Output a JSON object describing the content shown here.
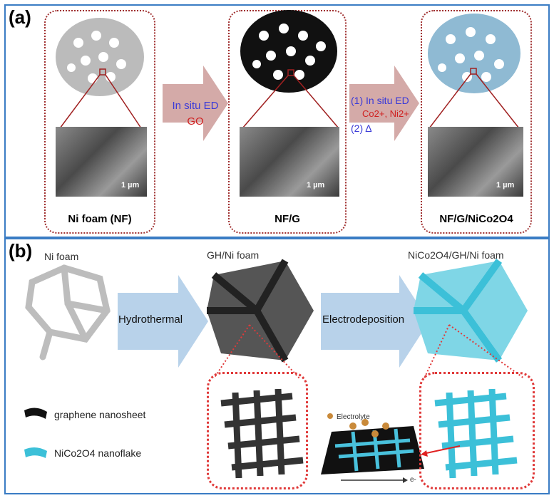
{
  "panel_a": {
    "label": "(a)",
    "stages": [
      {
        "caption": "Ni foam (NF)",
        "scale": "1 µm"
      },
      {
        "caption": "NF/G",
        "scale": "1 µm"
      },
      {
        "caption": "NF/G/NiCo2O4",
        "scale": "1 µm"
      }
    ],
    "arrow1": {
      "line1": "In situ ED",
      "line2": "GO"
    },
    "arrow2": {
      "line1": "(1) In situ ED",
      "line2": "Co2+, Ni2+",
      "line3": "(2) Δ"
    }
  },
  "panel_b": {
    "label": "(b)",
    "titles": [
      "Ni foam",
      "GH/Ni foam",
      "NiCo2O4/GH/Ni foam"
    ],
    "arrow1": "Hydrothermal",
    "arrow2": "Electrodeposition",
    "legend": [
      "graphene nanosheet",
      "NiCo2O4 nanoflake"
    ],
    "inset": {
      "label": "Electrolyte",
      "axis": "e-"
    }
  },
  "colors": {
    "frame": "#3a7cc4",
    "arrow_a": "#d4aaa8",
    "arrow_b": "#b8d2ea",
    "foam_blue": "#5bc8dc"
  }
}
